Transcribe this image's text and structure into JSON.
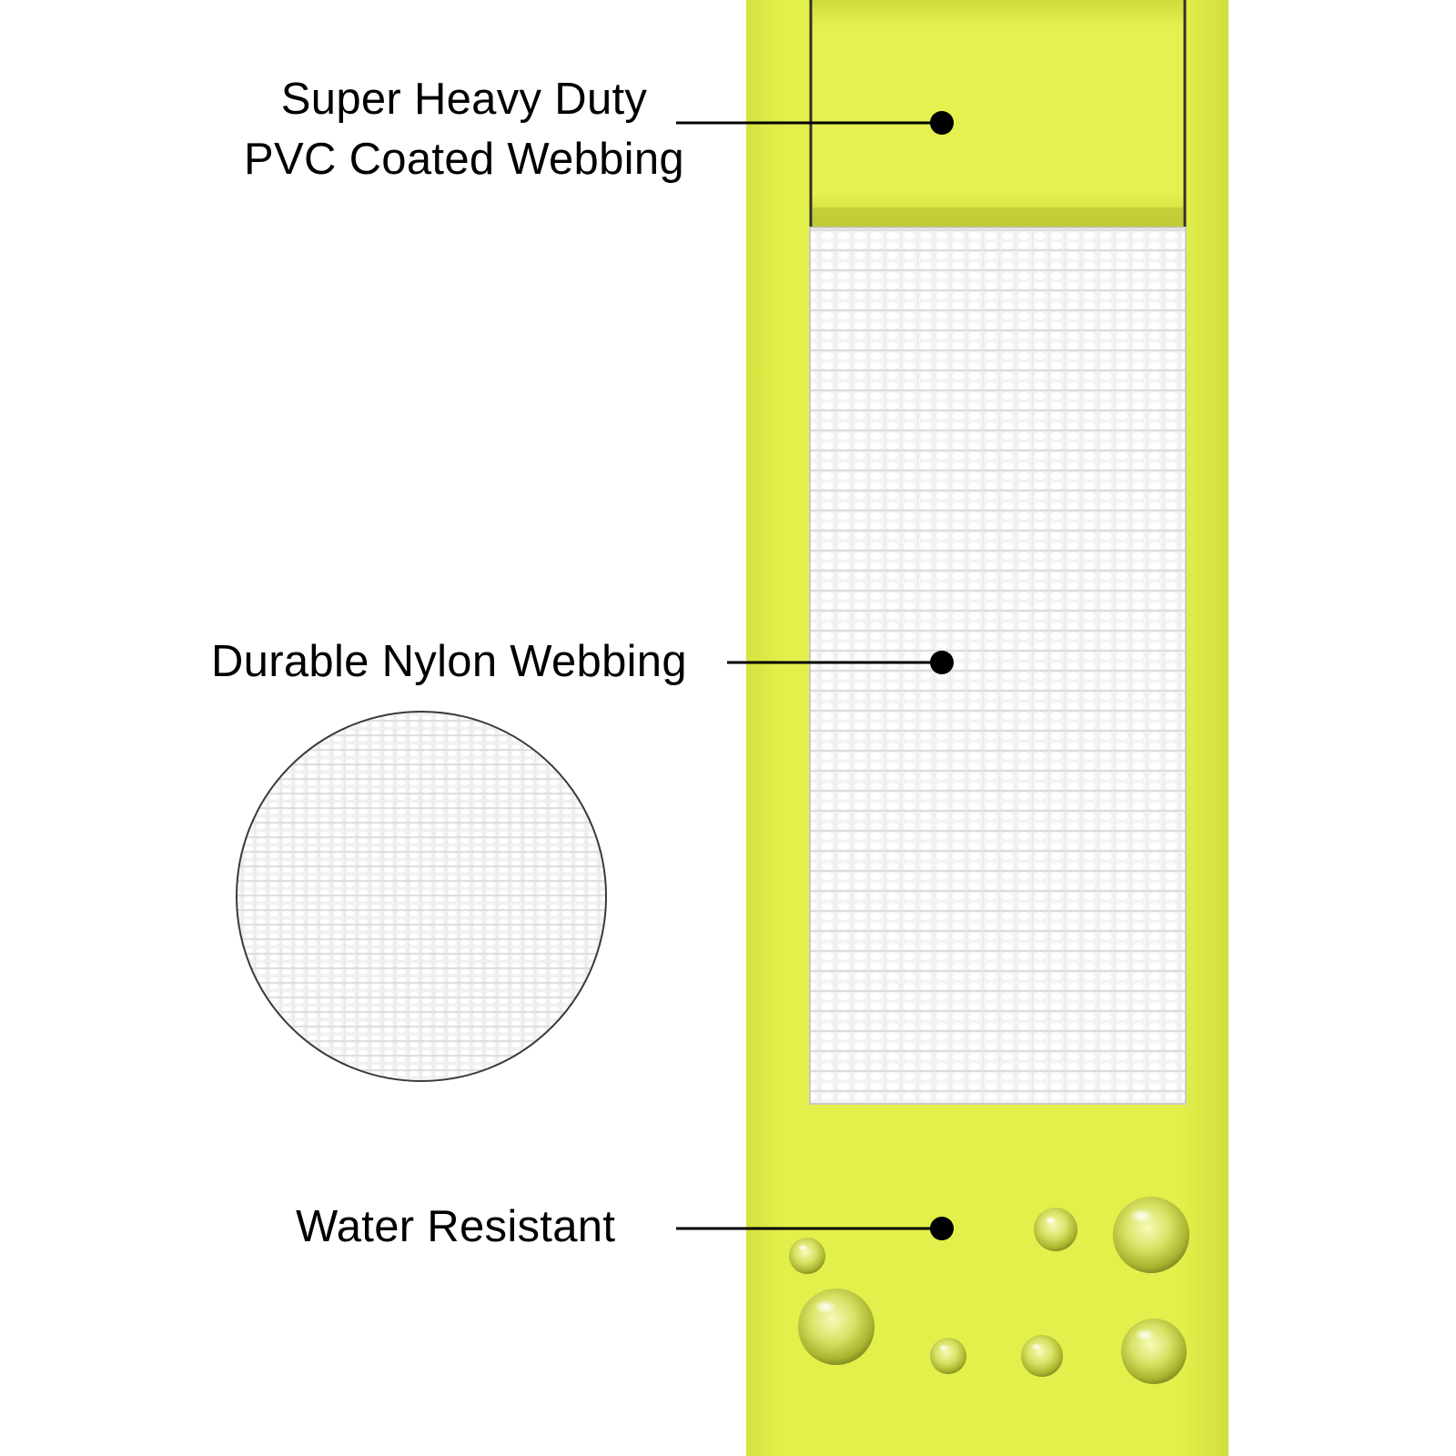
{
  "callouts": {
    "pvc": {
      "line1": "Super Heavy Duty",
      "line2": "PVC Coated Webbing"
    },
    "nylon": {
      "text": "Durable Nylon Webbing"
    },
    "water": {
      "text": "Water Resistant"
    }
  },
  "colors": {
    "strap": "#e2ee4a",
    "strap_dark": "#c9d63a",
    "webbing": "#f2f2f2",
    "webbing_shadow": "#d9d9d9",
    "leader": "#000000",
    "background": "#ffffff"
  },
  "icons": {
    "droplets": "water-droplet-icon",
    "texture_swatch": "nylon-texture-swatch"
  }
}
